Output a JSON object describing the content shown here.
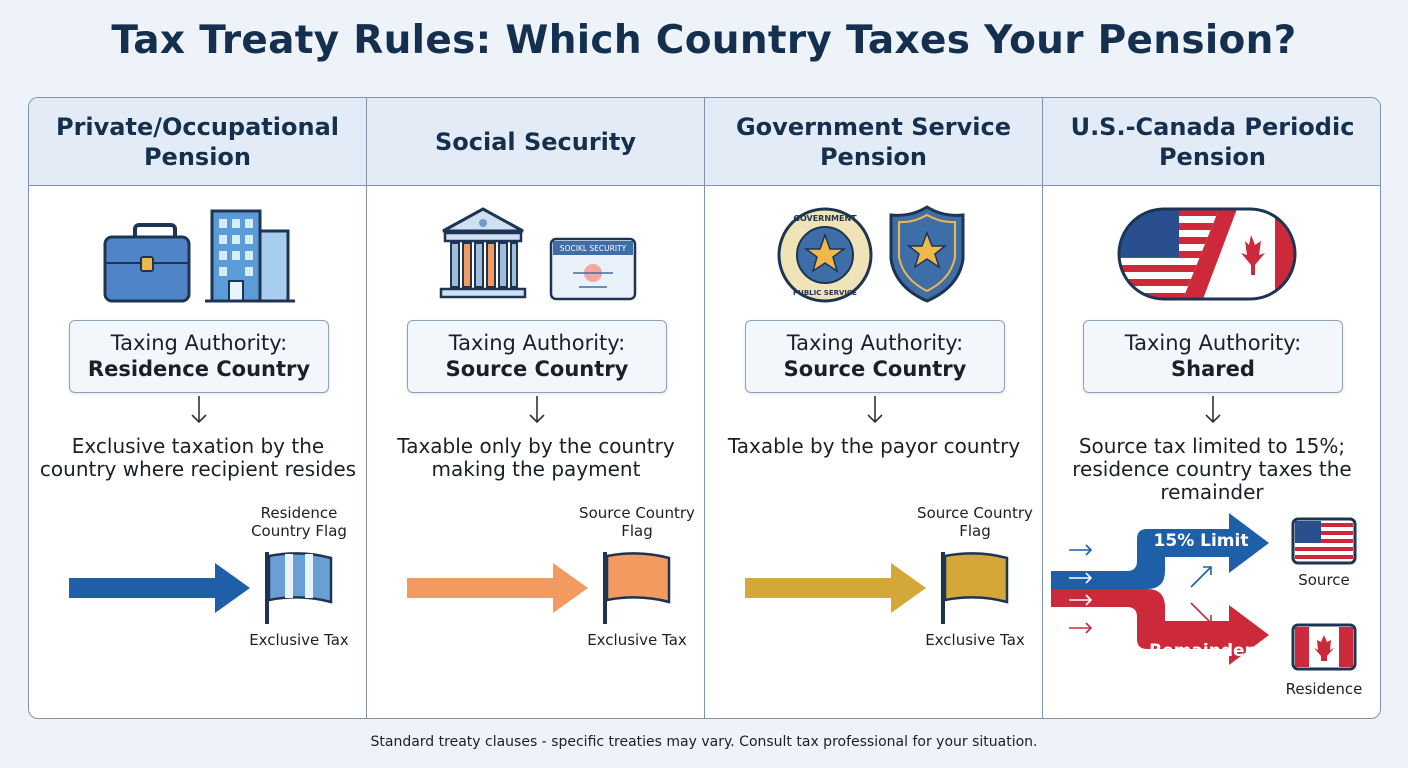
{
  "title": "Tax Treaty Rules: Which Country Taxes Your Pension?",
  "columns": [
    {
      "header": "Private/Occupational Pension",
      "icons": [
        "briefcase-icon",
        "office-building-icon"
      ],
      "authority_label": "Taxing Authority:",
      "authority_value": "Residence Country",
      "description": "Exclusive taxation by the country where recipient resides",
      "flag_label": "Residence Country Flag",
      "result_label": "Exclusive Tax",
      "color": "#1f5fa8"
    },
    {
      "header": "Social Security",
      "icons": [
        "bank-building-icon",
        "social-security-card-icon"
      ],
      "card_text": "SOCIKL SECURITY",
      "authority_label": "Taxing Authority:",
      "authority_value": "Source Country",
      "description": "Taxable only by the country making the payment",
      "flag_label": "Source Country Flag",
      "result_label": "Exclusive Tax",
      "color": "#f39a60"
    },
    {
      "header": "Government Service Pension",
      "icons": [
        "government-seal-icon",
        "police-badge-icon"
      ],
      "seal_text": "GOVERNMENT PUBLIC SERVICE",
      "authority_label": "Taxing Authority:",
      "authority_value": "Source Country",
      "description": "Taxable by the payor country",
      "flag_label": "Source Country Flag",
      "result_label": "Exclusive Tax",
      "color": "#d4a838"
    },
    {
      "header": "U.S.-Canada Periodic Pension",
      "icons": [
        "us-canada-flag-icon"
      ],
      "authority_label": "Taxing Authority:",
      "authority_value": "Shared",
      "description": "Source tax limited to 15%; residence country taxes the remainder",
      "split": {
        "top_label": "15% Limit",
        "top_dest": "Source",
        "bottom_label": "Remainder",
        "bottom_dest": "Residence",
        "top_color": "#1f5fa8",
        "bottom_color": "#cc2a3a"
      }
    }
  ],
  "footer": "Standard treaty clauses - specific treaties may vary. Consult tax professional for your situation."
}
